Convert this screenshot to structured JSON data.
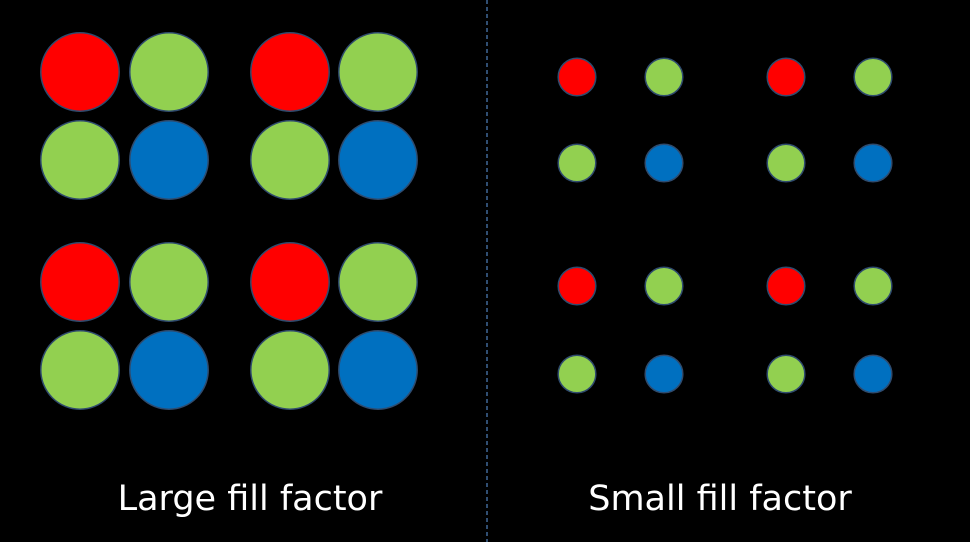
{
  "panels": [
    {
      "id": "large",
      "caption": "Large fill factor",
      "fill_fraction": 0.98
    },
    {
      "id": "small",
      "caption": "Small fill factor",
      "fill_fraction": 0.47
    }
  ],
  "pixel_pattern": [
    [
      "red",
      "green"
    ],
    [
      "green",
      "blue"
    ]
  ],
  "colors": {
    "red": "#ff0000",
    "green": "#92d050",
    "blue": "#0070c0",
    "outline": "#2f4b6e",
    "divider": "#4f81bd",
    "background": "#000000",
    "text": "#ffffff"
  }
}
